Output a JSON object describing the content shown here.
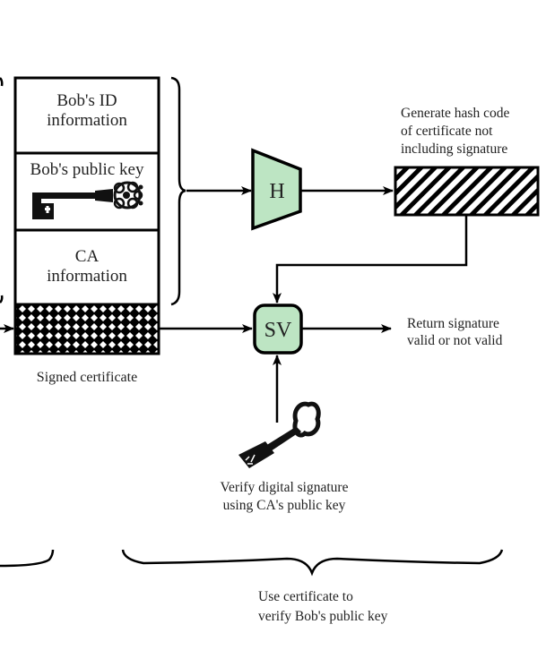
{
  "certificate": {
    "rows": [
      {
        "label_line1": "Bob's ID",
        "label_line2": "information"
      },
      {
        "label_line1": "Bob's public key",
        "icon": "ornate-key-icon"
      },
      {
        "label_line1": "CA",
        "label_line2": "information"
      }
    ],
    "signature_pattern": "crosshatch",
    "caption": "Signed certificate"
  },
  "nodes": {
    "hash": {
      "label": "H",
      "shape": "trapezoid",
      "fill": "#bde5c3"
    },
    "verify": {
      "label": "SV",
      "shape": "rounded-square",
      "fill": "#bde5c3"
    },
    "hash_output": {
      "pattern": "diagonal-stripes"
    }
  },
  "annotations": {
    "hash_note_line1": "Generate hash code",
    "hash_note_line2": "of certificate not",
    "hash_note_line3": "including signature",
    "result_line1": "Return signature",
    "result_line2": "valid or not valid",
    "ca_key_line1": "Verify digital signature",
    "ca_key_line2": "using CA's public key",
    "ca_key_icon": "key-icon"
  },
  "brace_label": {
    "line1": "Use certificate to",
    "line2": "verify Bob's public key"
  },
  "colors": {
    "stroke": "#000000",
    "node_fill": "#bde5c3",
    "text": "#222222"
  }
}
